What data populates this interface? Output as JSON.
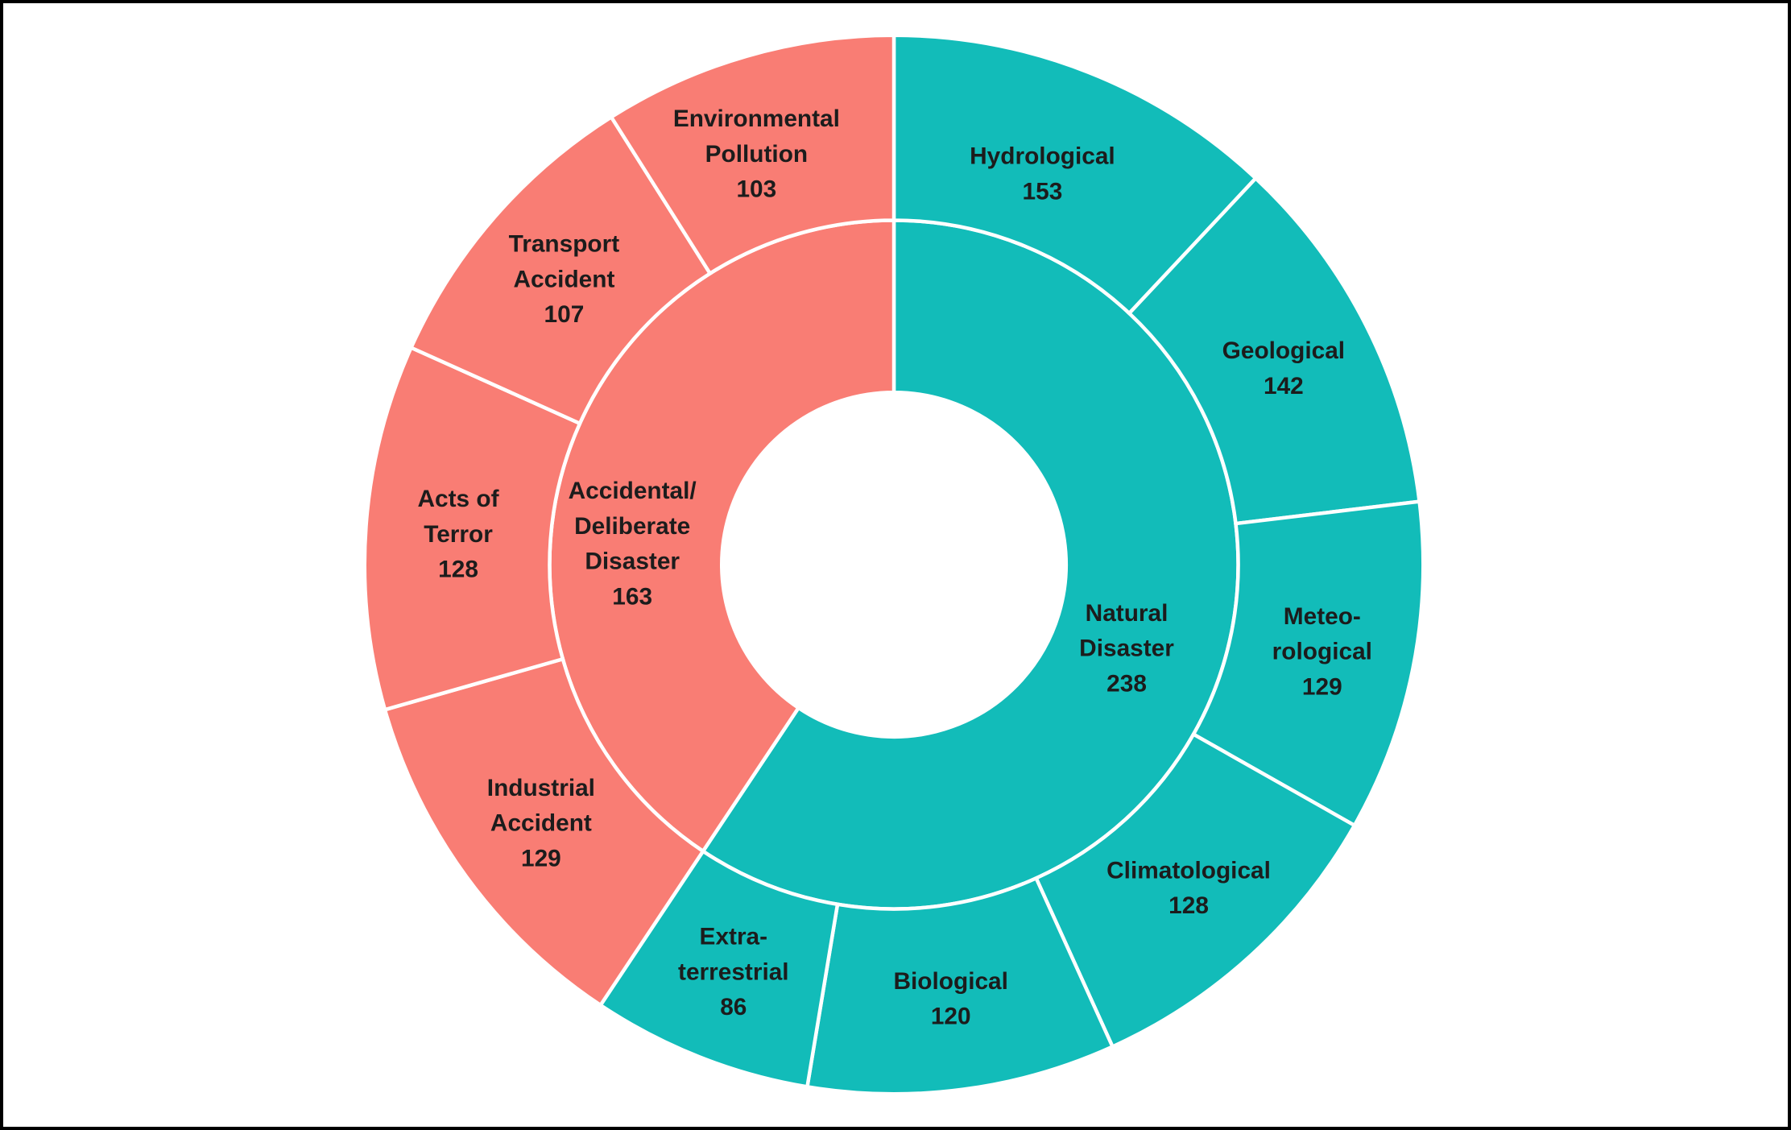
{
  "figure": {
    "background": "#FFFFFF",
    "border_color": "#000000"
  },
  "chart_data": {
    "type": "pie",
    "subtype": "sunburst-two-ring-donut",
    "title": "",
    "direction": "clockwise",
    "start_angle_deg": 0,
    "legend": "none",
    "label_color": "#1C1C1C",
    "segment_stroke_color": "#FFFFFF",
    "colors": {
      "natural": "#12BCB9",
      "accidental": "#F97D74"
    },
    "inner_ring": [
      {
        "id": "natural-disaster",
        "group": "natural",
        "label_lines": [
          "Natural",
          "Disaster"
        ],
        "value": 238
      },
      {
        "id": "accidental-deliberate-disaster",
        "group": "accidental",
        "label_lines": [
          "Accidental/",
          "Deliberate",
          "Disaster"
        ],
        "value": 163
      }
    ],
    "outer_ring": [
      {
        "id": "hydrological",
        "group": "natural",
        "label_lines": [
          "Hydrological"
        ],
        "value": 153
      },
      {
        "id": "geological",
        "group": "natural",
        "label_lines": [
          "Geological"
        ],
        "value": 142
      },
      {
        "id": "meteorological",
        "group": "natural",
        "label_lines": [
          "Meteo-",
          "rological"
        ],
        "value": 129
      },
      {
        "id": "climatological",
        "group": "natural",
        "label_lines": [
          "Climatological"
        ],
        "value": 128
      },
      {
        "id": "biological",
        "group": "natural",
        "label_lines": [
          "Biological"
        ],
        "value": 120
      },
      {
        "id": "extra-terrestrial",
        "group": "natural",
        "label_lines": [
          "Extra-",
          "terrestrial"
        ],
        "value": 86
      },
      {
        "id": "industrial-accident",
        "group": "accidental",
        "label_lines": [
          "Industrial",
          "Accident"
        ],
        "value": 129
      },
      {
        "id": "acts-of-terror",
        "group": "accidental",
        "label_lines": [
          "Acts of",
          "Terror"
        ],
        "value": 128
      },
      {
        "id": "transport-accident",
        "group": "accidental",
        "label_lines": [
          "Transport",
          "Accident"
        ],
        "value": 107
      },
      {
        "id": "environmental-pollution",
        "group": "accidental",
        "label_lines": [
          "Environmental",
          "Pollution"
        ],
        "value": 103
      }
    ]
  }
}
